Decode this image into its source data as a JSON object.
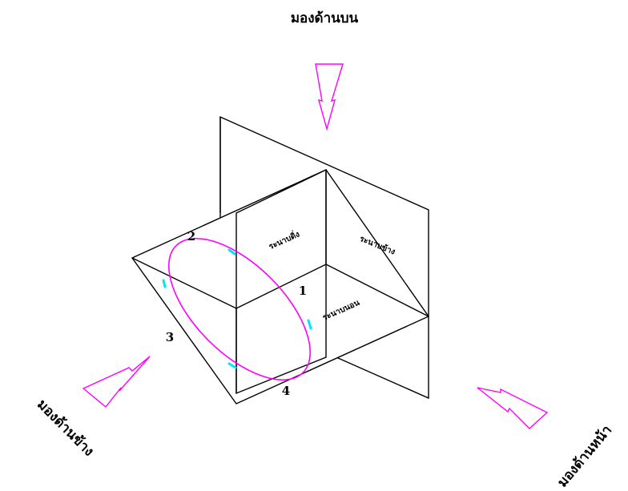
{
  "views": {
    "top": "มองด้านบน",
    "side": "มองด้านข้าง",
    "front": "มองด้านหน้า"
  },
  "planes": {
    "vertical": "ระนาบดิ่ง",
    "side": "ระนาบข้าง",
    "horizontal": "ระนาบนอน"
  },
  "quadrants": [
    "1",
    "2",
    "3",
    "4"
  ],
  "colors": {
    "arrow": "#ff00ff",
    "ellipse": "#ff00ff",
    "ellipse_ticks": "#00e5ff",
    "lines": "#000000"
  }
}
